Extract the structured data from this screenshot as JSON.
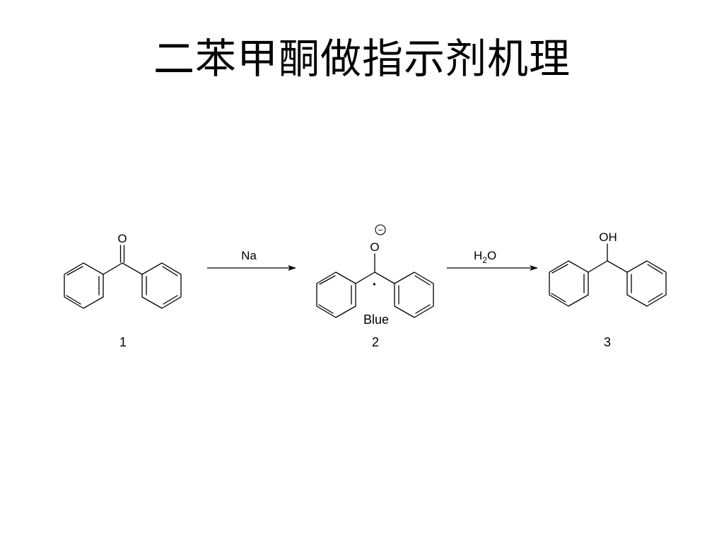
{
  "slide": {
    "title": "二苯甲酮做指示剂机理"
  },
  "scheme": {
    "compound1": {
      "number": "1",
      "atom_o": "O"
    },
    "arrow1": {
      "reagent": "Na"
    },
    "compound2": {
      "number": "2",
      "atom_o": "O",
      "charge": "−",
      "radical": "·",
      "color_label": "Blue"
    },
    "arrow2": {
      "reagent_h": "H",
      "reagent_sub": "2",
      "reagent_o": "O"
    },
    "compound3": {
      "number": "3",
      "atom_oh": "OH"
    }
  }
}
